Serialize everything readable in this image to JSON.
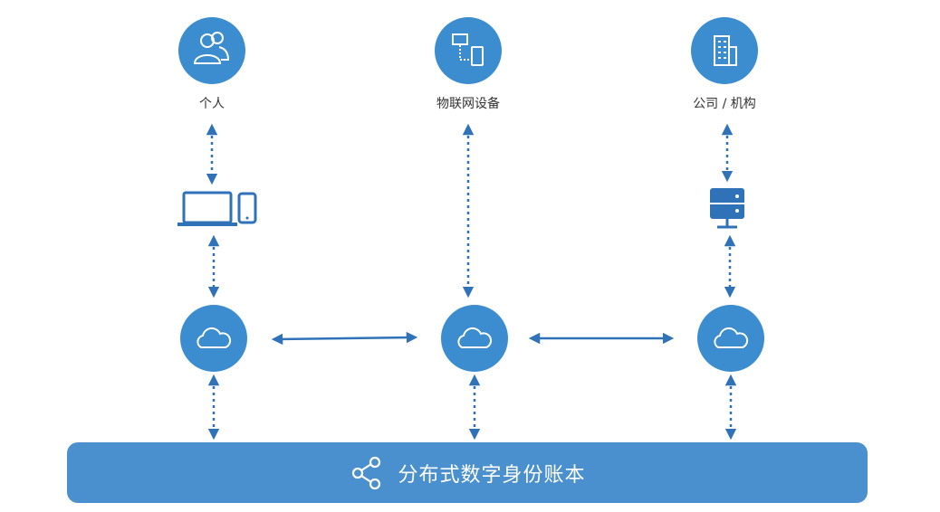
{
  "colors": {
    "primary": "#3b8dd0",
    "bar": "#4a8fce",
    "line": "#2f72b8",
    "icon_white": "#ffffff"
  },
  "nodes": {
    "personal": {
      "label": "个人",
      "icon": "users-icon"
    },
    "iot": {
      "label": "物联网设备",
      "icon": "iot-devices-icon"
    },
    "org": {
      "label": "公司 / 机构",
      "icon": "building-icon"
    }
  },
  "devices": {
    "personal": "laptop-phone-icon",
    "org": "server-icon"
  },
  "clouds": [
    "cloud-icon",
    "cloud-icon",
    "cloud-icon"
  ],
  "ledger": {
    "label": "分布式数字身份账本",
    "icon": "share-nodes-icon"
  }
}
